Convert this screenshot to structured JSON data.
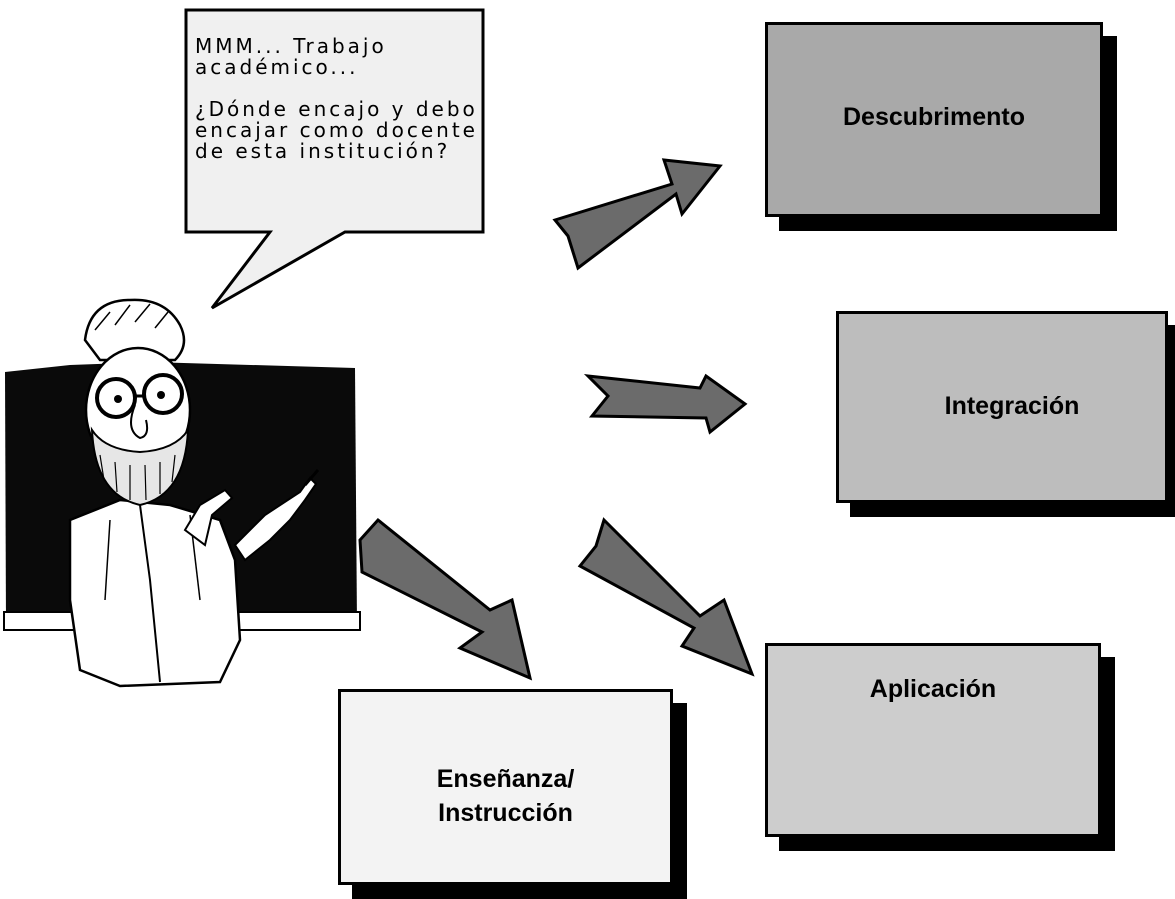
{
  "speech_bubble": {
    "line1": "MMM... Trabajo académico...",
    "line2": "¿Dónde encajo y debo encajar como docente de esta institución?"
  },
  "boxes": {
    "descubrimento": "Descubrimento",
    "integracion": "Integración",
    "aplicacion": "Aplicación",
    "ensenanza": "Enseñanza/ Instrucción"
  },
  "colors": {
    "descubrimento_fill": "#a9a9a9",
    "integracion_fill": "#bdbdbd",
    "aplicacion_fill": "#cdcdcd",
    "ensenanza_fill": "#f3f3f3",
    "arrow_fill": "#6b6b6b",
    "bubble_fill": "#f0f0f0",
    "chalkboard": "#0a0a0a"
  }
}
